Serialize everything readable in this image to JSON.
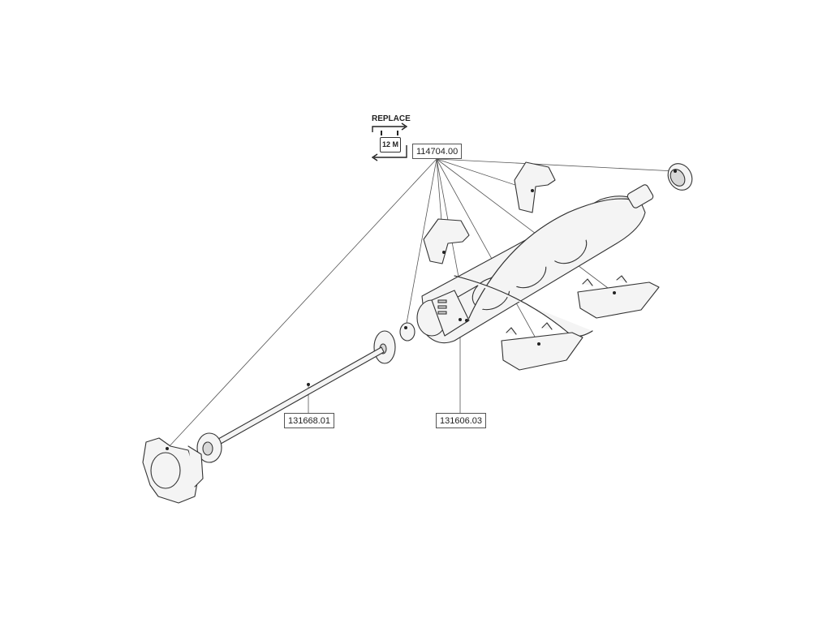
{
  "replace": {
    "label": "REPLACE",
    "interval": "12 M"
  },
  "callouts": [
    {
      "id": "a",
      "part_number": "114704.00"
    },
    {
      "id": "b",
      "part_number": "131668.01"
    },
    {
      "id": "c",
      "part_number": "131606.03"
    }
  ]
}
